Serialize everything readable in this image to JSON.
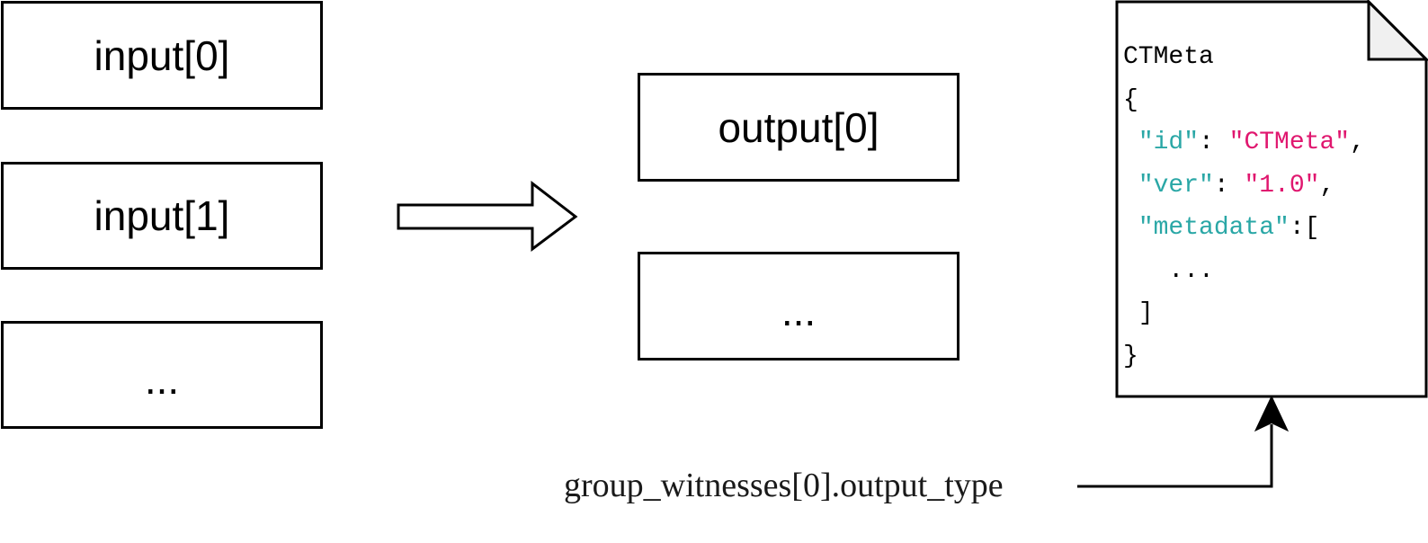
{
  "inputs": [
    "input[0]",
    "input[1]",
    "..."
  ],
  "outputs": [
    "output[0]",
    "..."
  ],
  "document": {
    "title": "CTMeta",
    "open_brace": "{",
    "id_key": "\"id\"",
    "id_sep": ": ",
    "id_value": "\"CTMeta\"",
    "id_comma": ",",
    "ver_key": "\"ver\"",
    "ver_sep": ": ",
    "ver_value": "\"1.0\"",
    "ver_comma": ",",
    "metadata_key": "\"metadata\"",
    "metadata_sep": ":[",
    "ellipsis": "...",
    "close_bracket": "]",
    "close_brace": "}",
    "colors": {
      "key": "#2aa7a6",
      "string": "#e0176f"
    }
  },
  "reference_label": "group_witnesses[0].output_type"
}
